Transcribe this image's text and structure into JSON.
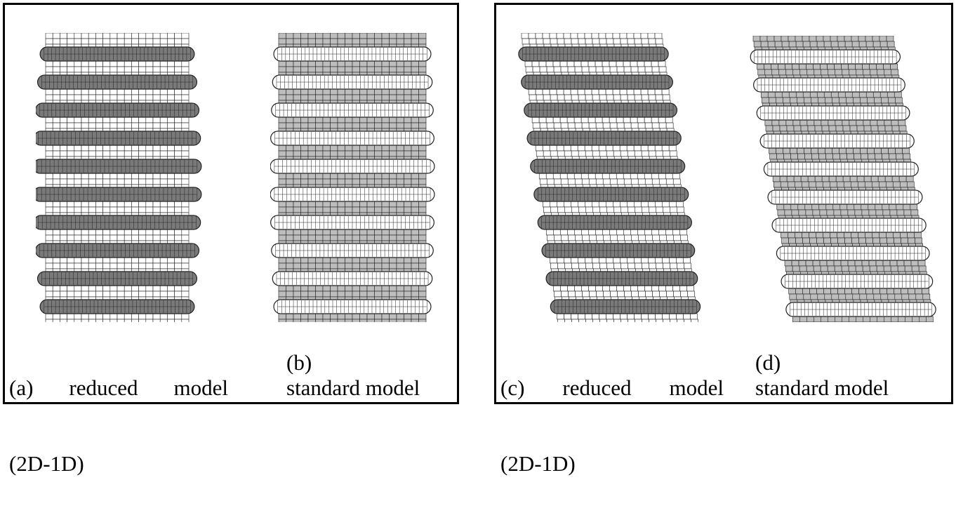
{
  "panels": [
    {
      "captions": [
        {
          "label": "(a)",
          "word1": "reduced",
          "word2": "model",
          "line2": "(2D-1D)"
        },
        {
          "label": "(b)",
          "text": "standard model"
        }
      ]
    },
    {
      "captions": [
        {
          "label": "(c)",
          "word1": "reduced",
          "word2": "model",
          "line2": "(2D-1D)"
        },
        {
          "label": "(d)",
          "text": "standard model"
        }
      ]
    }
  ],
  "colors": {
    "mesh_light": "#ffffff",
    "mesh_dark": "#bdbdbd",
    "tube": "#7a7a7a",
    "line": "#222222"
  }
}
